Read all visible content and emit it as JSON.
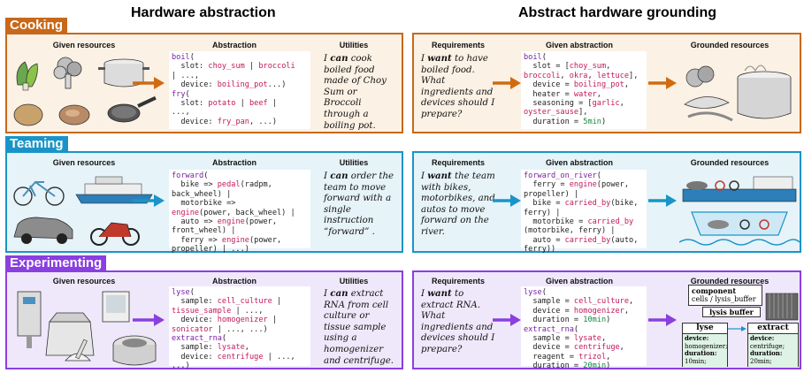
{
  "headings": {
    "left": "Hardware abstraction",
    "right": "Abstract hardware grounding"
  },
  "colors": {
    "cooking": "#c8681a",
    "cooking_bg": "#fbf1e4",
    "teaming": "#1a94c8",
    "teaming_bg": "#e6f3f9",
    "experimenting": "#8a3fe0",
    "experimenting_bg": "#efe8fb"
  },
  "sections": {
    "cooking": {
      "tag": "Cooking",
      "left": {
        "col1": "Given resources",
        "col2": "Abstraction",
        "col3": "Utilities",
        "utility_pre": "I ",
        "utility_kw": "can",
        "utility_post": " cook boiled food made of Choy Sum or Broccoli through a boiling pot."
      },
      "right": {
        "col1": "Requirements",
        "col2": "Given abstraction",
        "col3": "Grounded resources",
        "req_pre": "I ",
        "req_kw": "want",
        "req_post": " to have boiled food. What ingredients and devices should I prepare?"
      }
    },
    "teaming": {
      "tag": "Teaming",
      "left": {
        "col1": "Given resources",
        "col2": "Abstraction",
        "col3": "Utilities",
        "utility_pre": "I ",
        "utility_kw": "can",
        "utility_post": " order the team to move forward with a single instruction “forward” ."
      },
      "right": {
        "col1": "Requirements",
        "col2": "Given abstraction",
        "col3": "Grounded resources",
        "req_pre": "I ",
        "req_kw": "want",
        "req_post": " the team with bikes, motorbikes, and autos to move forward on the river."
      }
    },
    "experimenting": {
      "tag": "Experimenting",
      "left": {
        "col1": "Given resources",
        "col2": "Abstraction",
        "col3": "Utilities",
        "utility_pre": "I ",
        "utility_kw": "can",
        "utility_post": " extract RNA from cell culture or tissue sample using a homogenizer and centrifuge."
      },
      "right": {
        "col1": "Requirements",
        "col2": "Given abstraction",
        "col3": "Grounded resources",
        "req_pre": "I ",
        "req_kw": "want",
        "req_post": " to extract RNA. What ingredients and devices should I prepare?",
        "grounded": {
          "component_title": "component",
          "component_value": "cells / lysis_buffer",
          "buffer": "lysis buffer",
          "lyse_title": "lyse",
          "extract_title": "extract",
          "lyse_device_label": "device:",
          "lyse_device_value": "homogenizer;",
          "lyse_duration_label": "duration:",
          "lyse_duration_value": "10min;",
          "extract_device_label": "device:",
          "extract_device_value": "centrifuge;",
          "extract_duration_label": "duration:",
          "extract_duration_value": "20min;"
        }
      }
    }
  }
}
